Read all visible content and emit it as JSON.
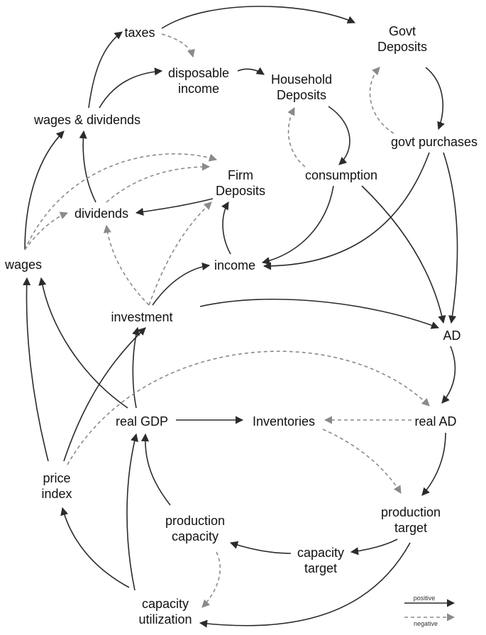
{
  "nodes": {
    "taxes": [
      "taxes"
    ],
    "disposable_income": [
      "disposable",
      "income"
    ],
    "household_deposits": [
      "Household",
      "Deposits"
    ],
    "govt_deposits": [
      "Govt",
      "Deposits"
    ],
    "wages_dividends": [
      "wages & dividends"
    ],
    "govt_purchases": [
      "govt purchases"
    ],
    "firm_deposits": [
      "Firm",
      "Deposits"
    ],
    "consumption": [
      "consumption"
    ],
    "dividends": [
      "dividends"
    ],
    "wages": [
      "wages"
    ],
    "income": [
      "income"
    ],
    "investment": [
      "investment"
    ],
    "ad": [
      "AD"
    ],
    "real_gdp": [
      "real GDP"
    ],
    "inventories": [
      "Inventories"
    ],
    "real_ad": [
      "real AD"
    ],
    "price_index": [
      "price",
      "index"
    ],
    "production_capacity": [
      "production",
      "capacity"
    ],
    "production_target": [
      "production",
      "target"
    ],
    "capacity_target": [
      "capacity",
      "target"
    ],
    "capacity_utilization": [
      "capacity",
      "utilization"
    ]
  },
  "legend": {
    "positive": "positive",
    "negative": "negative"
  },
  "colors": {
    "positive": "#2b2b2b",
    "negative": "#8a8a8a"
  }
}
